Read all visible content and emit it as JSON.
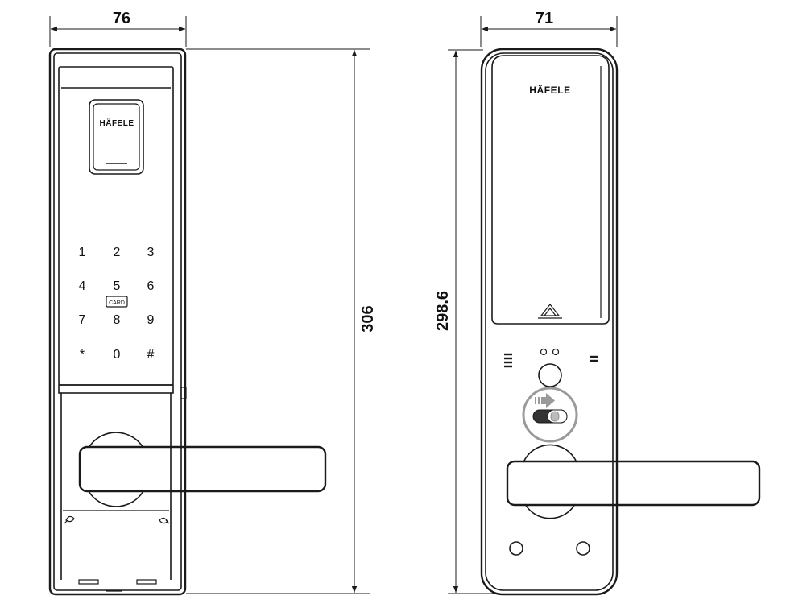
{
  "dimensions": {
    "front_width": "76",
    "front_height": "306",
    "side_width": "71",
    "side_height": "298.6"
  },
  "front_view": {
    "brand": "HÄFELE",
    "keypad": [
      "1",
      "2",
      "3",
      "4",
      "5",
      "6",
      "7",
      "8",
      "9",
      "*",
      "0",
      "#"
    ],
    "card_label": "CARD"
  },
  "rear_view": {
    "brand": "HÄFELE"
  },
  "colors": {
    "line": "#1a1a1a",
    "switch_ring": "#9a9a9a",
    "switch_dark": "#333333"
  }
}
